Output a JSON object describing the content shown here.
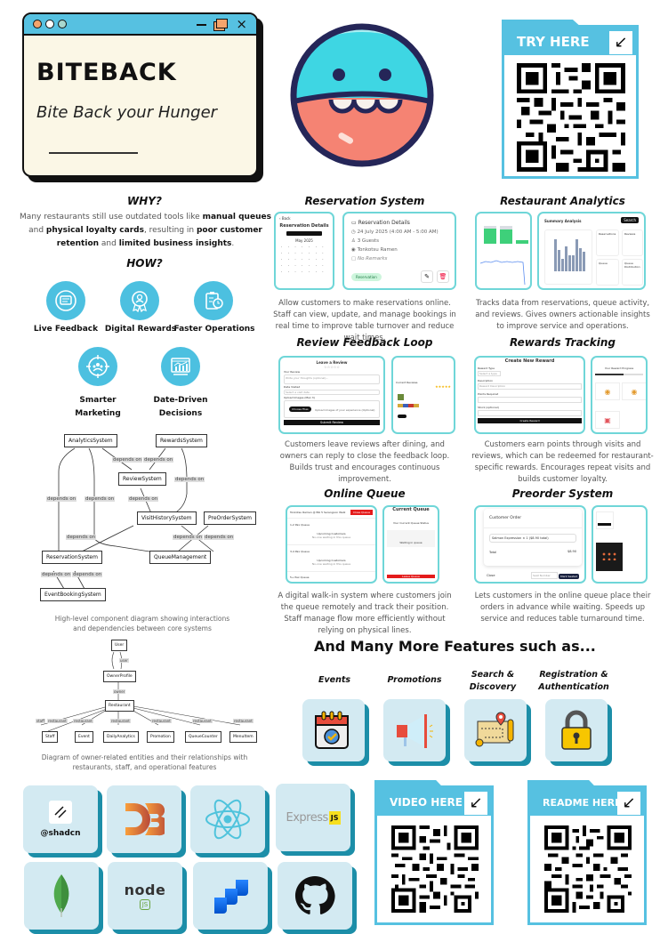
{
  "hero": {
    "title": "BITEBACK",
    "tagline": "Bite Back your Hunger",
    "window_controls": [
      "minimize-icon",
      "restore-icon",
      "close-icon"
    ],
    "colors": {
      "titlebar": "#56c1e1",
      "window_bg": "#fbf7e6",
      "dot1": "#f4a46c",
      "dot2": "#ffffff",
      "dot3": "#a9d8cf"
    }
  },
  "qr_try": {
    "label": "TRY HERE",
    "arrow": "↙"
  },
  "qr_video": {
    "label": "VIDEO HERE",
    "arrow": "↙"
  },
  "qr_readme": {
    "label": "README HERE",
    "arrow": "↙"
  },
  "why": {
    "heading": "WHY?",
    "text_parts": [
      {
        "t": "Many restaurants still use outdated tools like ",
        "b": false
      },
      {
        "t": "manual queues",
        "b": true
      },
      {
        "t": " and ",
        "b": false
      },
      {
        "t": "physical loyalty cards",
        "b": true
      },
      {
        "t": ", resulting in ",
        "b": false
      },
      {
        "t": "poor customer retention",
        "b": true
      },
      {
        "t": " and ",
        "b": false
      },
      {
        "t": "limited business insights",
        "b": true
      },
      {
        "t": ".",
        "b": false
      }
    ]
  },
  "how": {
    "heading": "HOW?",
    "items": [
      {
        "label": "Live Feedback",
        "icon": "feedback-icon"
      },
      {
        "label": "Digital Rewards",
        "icon": "award-badge-icon"
      },
      {
        "label": "Faster Operations",
        "icon": "clipboard-clock-icon"
      },
      {
        "label": "Smarter Marketing",
        "icon": "target-audience-icon"
      },
      {
        "label": "Date-Driven Decisions",
        "icon": "analytics-chart-icon"
      }
    ]
  },
  "diagram1": {
    "nodes": [
      "AnalyticsSystem",
      "RewardsSystem",
      "ReviewSystem",
      "VisitHistorySystem",
      "PreOrderSystem",
      "ReservationSystem",
      "QueueManagement",
      "EventBookingSystem"
    ],
    "edge_label": "depends on",
    "caption": "High-level component diagram showing interactions and dependencies between core systems"
  },
  "diagram2": {
    "nodes": [
      "User",
      "OwnerProfile",
      "Restaurant",
      "Staff",
      "Event",
      "DailyAnalytics",
      "Promotion",
      "QueueCounter",
      "MenuItem"
    ],
    "edge_labels": {
      "user": "user",
      "owner": "owner",
      "staff": "staff",
      "restaurant": "restaurant"
    },
    "caption": "Diagram of owner-related entities and their relationships with restaurants, staff, and operational features"
  },
  "features": [
    {
      "title": "Reservation System",
      "desc": "Allow customers to make reservations online. Staff can view, update, and manage bookings in real time to improve table turnover and reduce wait times.",
      "screen": {
        "left_title": "Reservation Details",
        "month": "May 2025",
        "details_title": "Reservation Details",
        "date": "24 July 2025 (4:00 AM - 5:00 AM)",
        "guests": "3 Guests",
        "restaurant": "Tonkotsu Ramen",
        "remarks": "No Remarks",
        "badge": "Reservation"
      }
    },
    {
      "title": "Restaurant Analytics",
      "desc": "Tracks data from reservations, queue activity, and reviews. Gives owners actionable insights to improve service and operations.",
      "screen": {
        "summary_title": "Summary Analysis",
        "search_btn": "Search",
        "cards": [
          "Reservations",
          "Reviews",
          "Queue",
          "Queue Distribution"
        ]
      }
    },
    {
      "title": "Review Feedback Loop",
      "desc": "Customers leave reviews after dining, and owners can reply to close the feedback loop. Builds trust and encourages continuous improvement.",
      "screen": {
        "form_title": "Leave a Review",
        "review_label": "Your Review",
        "review_placeholder": "Write your thoughts (optional)...",
        "date_label": "Date Visited",
        "date_placeholder": "Select a visit date",
        "upload_label": "Upload Images (Max 3)",
        "choose_btn": "Choose Files",
        "upload_hint": "Upload images of your experience (Optional)",
        "submit": "Submit Review",
        "current_reviews": "Current Reviews"
      }
    },
    {
      "title": "Rewards Tracking",
      "desc": "Customers earn points through visits and reviews, which can be redeemed for restaurant-specific rewards. Encourages repeat visits and builds customer loyalty.",
      "screen": {
        "form_title": "Create New Reward",
        "type_label": "Reward Type",
        "type_placeholder": "Select a type",
        "desc_label": "Description",
        "desc_placeholder": "Reward Description",
        "points_label": "Points Required",
        "stock_label": "Stock (optional)",
        "submit": "Create Reward",
        "progress_title": "Your Reward Progress"
      }
    },
    {
      "title": "Online Queue",
      "desc": "A digital walk-in system where customers join the queue remotely and track their position. Staff manage flow more efficiently without relying on physical lines.",
      "screen": {
        "header": "Tonkotsu Ramen @ Blk 5 Serangoon Walk",
        "close_btn": "Close Queue",
        "queues": [
          "1-2 Pax Queue",
          "3-4 Pax Queue",
          "5+ Pax Queue"
        ],
        "upcoming": "Upcoming Customers",
        "empty": "No-one waiting in this queue",
        "current_title": "Current Queue",
        "status_title": "Your Current Queue Status",
        "status_value": "Waiting in queue",
        "leave_btn": "Leave Queue"
      }
    },
    {
      "title": "Preorder System",
      "desc": "Lets customers in the online queue place their orders in advance while waiting. Speeds up service and reduces table turnaround time.",
      "screen": {
        "order_title": "Customer Order",
        "item": "Salmon Expression × 1 ($8.90 total)",
        "total_label": "Total",
        "total_value": "$8.90",
        "close": "Close",
        "seat_placeholder": "Seat Number",
        "seated_btn": "Mark Seated"
      }
    }
  ],
  "more": {
    "heading": "And Many More Features such as...",
    "items": [
      {
        "label": "Events",
        "icon": "calendar-check-icon"
      },
      {
        "label": "Promotions",
        "icon": "megaphone-icon"
      },
      {
        "label": "Search & Discovery",
        "icon": "treasure-map-icon"
      },
      {
        "label": "Registration & Authentication",
        "icon": "padlock-icon"
      }
    ]
  },
  "tech": [
    {
      "name": "@shadcn",
      "icon": "shadcn-logo-icon"
    },
    {
      "name": "D3",
      "icon": "d3-logo-icon"
    },
    {
      "name": "React",
      "icon": "react-logo-icon"
    },
    {
      "name": "Express",
      "badge": "JS",
      "icon": "express-logo-icon"
    },
    {
      "name": "MongoDB",
      "icon": "mongodb-leaf-icon"
    },
    {
      "name": "node",
      "badge": "JS",
      "icon": "nodejs-logo-icon"
    },
    {
      "name": "Jira",
      "icon": "jira-logo-icon"
    },
    {
      "name": "GitHub",
      "icon": "github-logo-icon"
    }
  ]
}
